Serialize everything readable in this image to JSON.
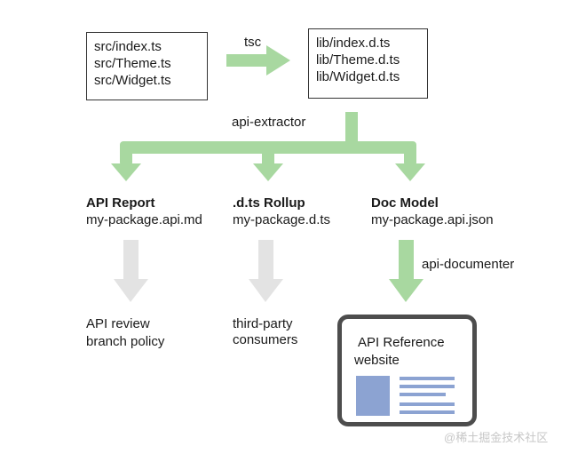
{
  "inputs": {
    "files": [
      "src/index.ts",
      "src/Theme.ts",
      "src/Widget.ts"
    ]
  },
  "compile_step": {
    "label": "tsc"
  },
  "outputs": {
    "files": [
      "lib/index.d.ts",
      "lib/Theme.d.ts",
      "lib/Widget.d.ts"
    ]
  },
  "extract_step": {
    "label": "api-extractor"
  },
  "artifacts": [
    {
      "title": "API Report",
      "file": "my-package.api.md"
    },
    {
      "title": ".d.ts Rollup",
      "file": "my-package.d.ts"
    },
    {
      "title": "Doc Model",
      "file": "my-package.api.json"
    }
  ],
  "consumers": {
    "report": [
      "API review",
      "branch policy"
    ],
    "rollup": [
      "third-party",
      "consumers"
    ]
  },
  "document_step": {
    "label": "api-documenter"
  },
  "website": {
    "title": "API Reference",
    "subtitle": "website"
  },
  "colors": {
    "active_arrow": "#a8d8a0",
    "inactive_arrow": "#e3e3e3",
    "site_border": "#4d4d4d",
    "site_content": "#8ca3d2"
  },
  "watermark": "@稀土掘金技术社区"
}
